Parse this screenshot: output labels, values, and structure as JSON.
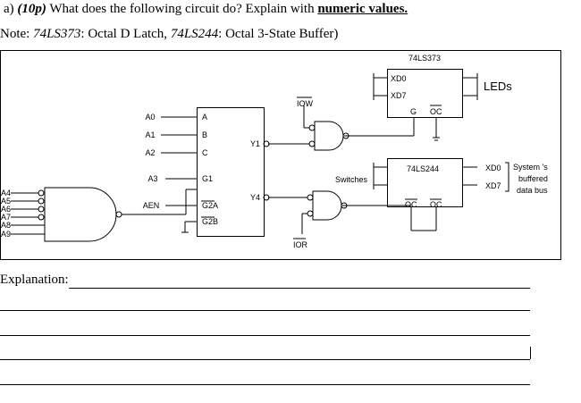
{
  "question": {
    "prefix": "a)",
    "points": "(10p)",
    "text": "What does the following circuit do? Explain with",
    "emphasis": "numeric values."
  },
  "note": {
    "prefix": "Note: ",
    "chip1": "74LS373",
    "chip1_desc": ": Octal D Latch, ",
    "chip2": "74LS244",
    "chip2_desc": ": Octal 3-State Buffer)"
  },
  "circuit": {
    "latch": {
      "name": "74LS373",
      "in_top": "XD0",
      "in_bot": "XD7",
      "g": "G",
      "oc": "OC"
    },
    "leds": "LEDs",
    "buffer": {
      "name": "74LS244",
      "oc1": "OC",
      "oc2": "OC"
    },
    "switches": "Switches",
    "iow": "IOW",
    "ior": "IOR",
    "decoder": {
      "inputs": [
        "A0",
        "A1",
        "A2",
        "A3",
        "AEN"
      ],
      "pins": [
        "A",
        "B",
        "C",
        "G1",
        "G2A",
        "G2B"
      ],
      "y1": "Y1",
      "y4": "Y4"
    },
    "nand_inputs": [
      "A4",
      "A5",
      "A6",
      "A7",
      "A8",
      "A9"
    ],
    "bus": {
      "xd0": "XD0",
      "xd7": "XD7",
      "label": [
        "System 's",
        "buffered",
        "data bus"
      ]
    }
  },
  "explanation_label": "Explanation:"
}
